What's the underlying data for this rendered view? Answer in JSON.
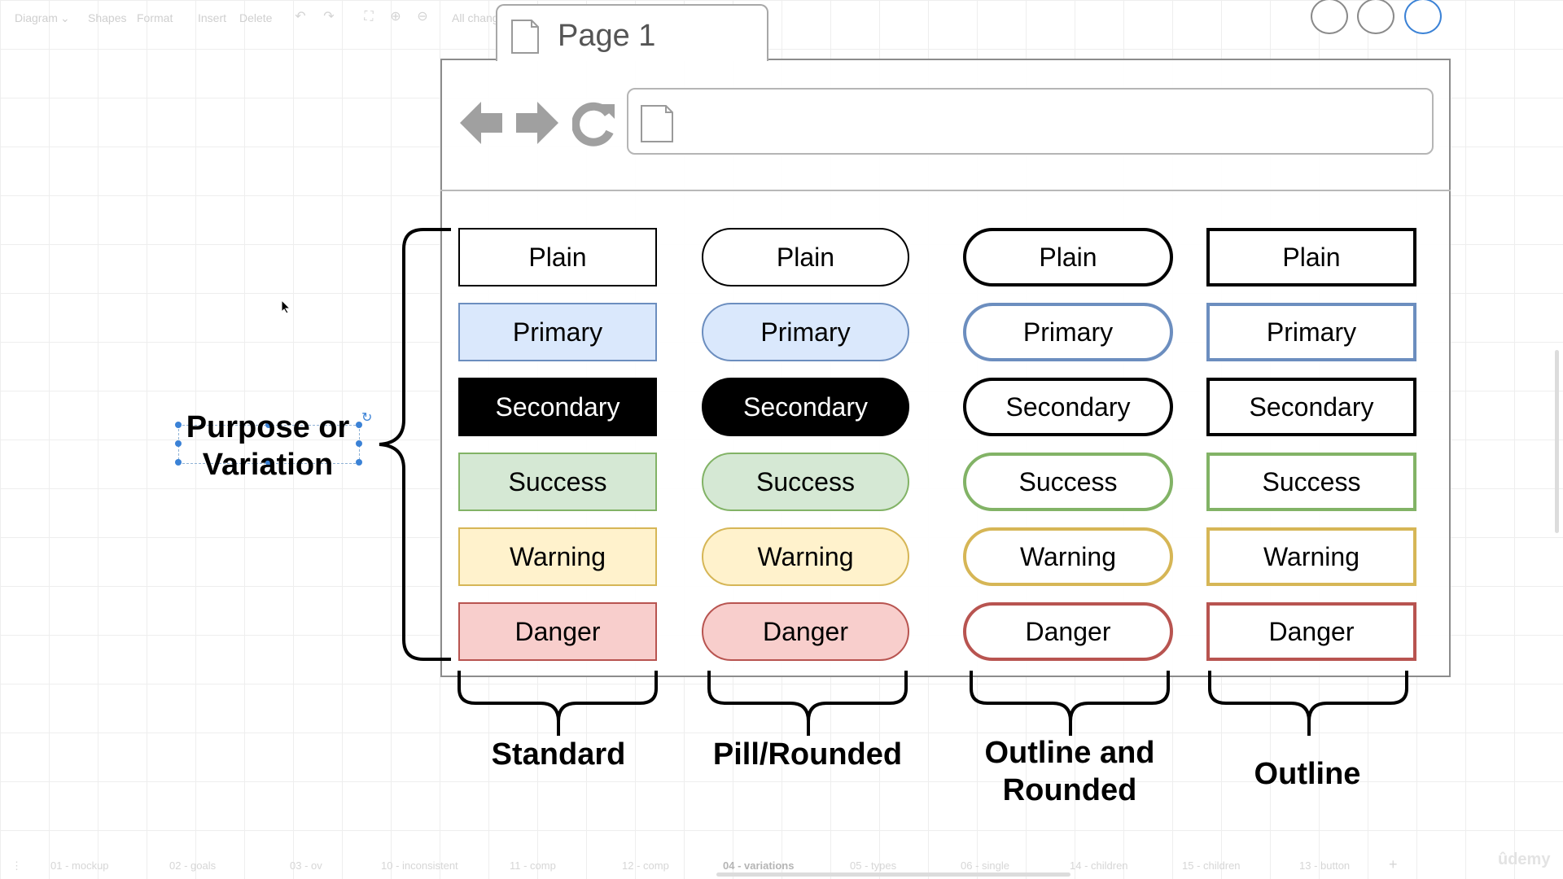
{
  "toolbar": {
    "diagram": "Diagram",
    "shapes": "Shapes",
    "format": "Format",
    "insert": "Insert",
    "delete": "Delete",
    "status": "All changes saved"
  },
  "browser": {
    "tab_title": "Page 1"
  },
  "rows": [
    "Plain",
    "Primary",
    "Secondary",
    "Success",
    "Warning",
    "Danger"
  ],
  "columns": {
    "standard": "Standard",
    "pill": "Pill/Rounded",
    "outline_rounded_line1": "Outline and",
    "outline_rounded_line2": "Rounded",
    "outline": "Outline"
  },
  "purpose": {
    "line1": "Purpose or",
    "line2": "Variation"
  },
  "colors": {
    "primary_fill": "#dae8fc",
    "primary_border": "#6c8ebf",
    "secondary_fill": "#000000",
    "secondary_text": "#ffffff",
    "success_fill": "#d5e8d4",
    "success_border": "#82b366",
    "warning_fill": "#fff2cc",
    "warning_border": "#d6b656",
    "danger_fill": "#f8cecc",
    "danger_border": "#b85450"
  },
  "page_tabs": [
    "01 - mockup",
    "02 - goals",
    "03 - ov",
    "10 - inconsistent",
    "11 - comp",
    "12 - comp",
    "04 - variations",
    "05 - types",
    "06 - single",
    "14 - children",
    "15 - children",
    "13 - button"
  ],
  "watermark": "ûdemy"
}
